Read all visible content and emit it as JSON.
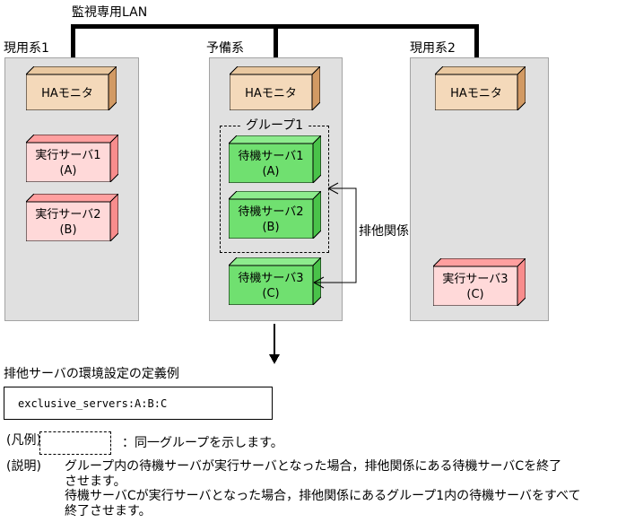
{
  "colors": {
    "panel_bg": "#e0e0e0",
    "panel_border": "#a3a3a3",
    "ha_front": "#f4d9ba",
    "ha_top": "#e9c8a0",
    "ha_side": "#d29a64",
    "exec_front": "#ffd9d9",
    "exec_top": "#ff9f9f",
    "exec_side": "#f88d8d",
    "standby_front": "#70e070",
    "standby_top": "#8deb8d",
    "standby_side": "#49c249",
    "line_color": "#000000"
  },
  "lan_label": "監視専用LAN",
  "panels": {
    "active1": {
      "label": "現用系1",
      "ha_label": "HAモニタ",
      "servers": [
        {
          "line1": "実行サーバ1",
          "line2": "(A)"
        },
        {
          "line1": "実行サーバ2",
          "line2": "(B)"
        }
      ]
    },
    "standby": {
      "label": "予備系",
      "ha_label": "HAモニタ",
      "group_label": "グループ1",
      "servers": [
        {
          "line1": "待機サーバ1",
          "line2": "(A)"
        },
        {
          "line1": "待機サーバ2",
          "line2": "(B)"
        },
        {
          "line1": "待機サーバ3",
          "line2": "(C)"
        }
      ]
    },
    "active2": {
      "label": "現用系2",
      "ha_label": "HAモニタ",
      "servers": [
        {
          "line1": "実行サーバ3",
          "line2": "(C)"
        }
      ]
    }
  },
  "exclusion_label": "排他関係",
  "definition_title": "排他サーバの環境設定の定義例",
  "definition_code": "exclusive_servers:A:B:C",
  "legend": {
    "heading": "(凡例)",
    "text": "：同一グループを示します。"
  },
  "explanation": {
    "heading": "(説明)",
    "lines": [
      "グループ内の待機サーバが実行サーバとなった場合，排他関係にある待機サーバCを終了",
      "させます。",
      "待機サーバCが実行サーバとなった場合，排他関係にあるグループ1内の待機サーバをすべて",
      "終了させます。"
    ]
  }
}
